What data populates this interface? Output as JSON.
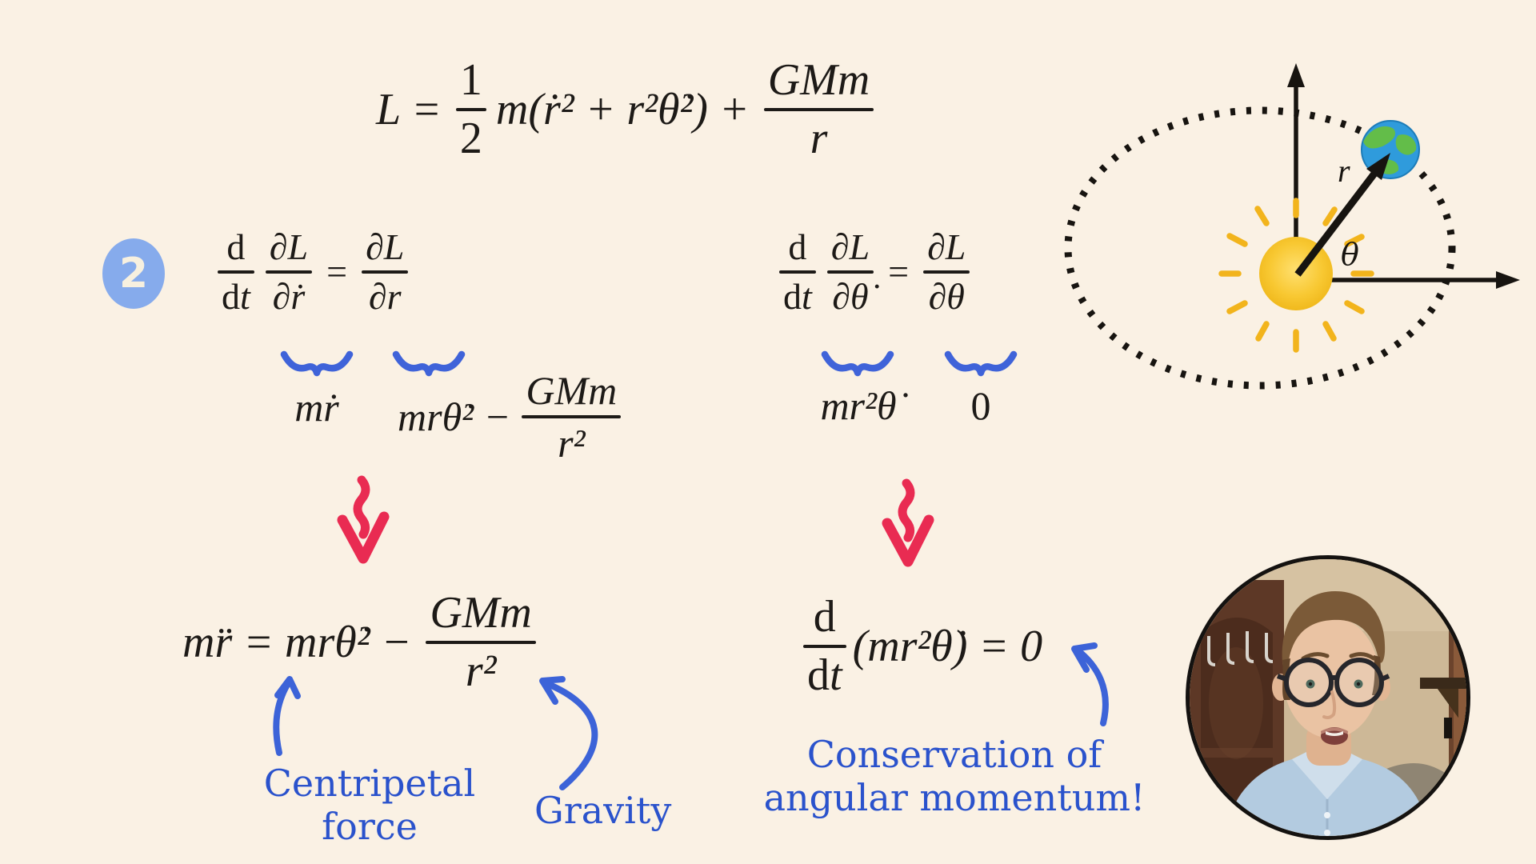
{
  "colors": {
    "background": "#faf1e4",
    "ink": "#1d1a17",
    "annotation_blue": "#2a52cc",
    "brace_blue": "#3f63d9",
    "arrow_red": "#e92b52",
    "badge_bg": "#86abec",
    "badge_fg": "#f7f0df",
    "sun_yellow": "#f6c62a",
    "earth_sea": "#2f9bdc",
    "earth_land": "#63bd49"
  },
  "badge": {
    "label": "2"
  },
  "lagrangian": {
    "lhs": "L =",
    "half_num": "1",
    "half_den": "2",
    "kinetic": "m(ṙ² + r²θ̇²) +",
    "grav_num": "GMm",
    "grav_den": "r"
  },
  "shared": {
    "d": "d",
    "t": "t"
  },
  "el_r": {
    "num1": "∂L",
    "den1": "∂ṙ",
    "equals": "=",
    "num2": "∂L",
    "den2": "∂r",
    "value1": "mṙ",
    "value2": "mrθ̇² −",
    "vfrac_num": "GMm",
    "vfrac_den": "r²"
  },
  "el_theta": {
    "num1": "∂L",
    "den1": "∂θ̇",
    "equals": "=",
    "num2": "∂L",
    "den2": "∂θ",
    "value1": "mr²θ̇",
    "value2": "0"
  },
  "radial_eq": {
    "lhs": "mr̈ = mrθ̇² −",
    "frac_num": "GMm",
    "frac_den": "r²"
  },
  "angular_eq": {
    "rhs": "(mr²θ̇) = 0"
  },
  "labels": {
    "centripetal_1": "Centripetal",
    "centripetal_2": "force",
    "gravity": "Gravity",
    "conservation_1": "Conservation of",
    "conservation_2": "angular momentum!"
  },
  "diagram": {
    "r_label": "r",
    "theta_label": "θ"
  }
}
